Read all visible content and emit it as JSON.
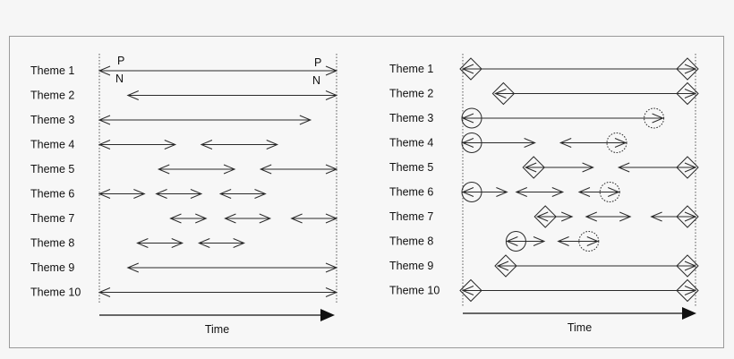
{
  "left_panel": {
    "themes": [
      "Theme 1",
      "Theme 2",
      "Theme 3",
      "Theme 4",
      "Theme 5",
      "Theme 6",
      "Theme 7",
      "Theme 8",
      "Theme 9",
      "Theme 10"
    ],
    "axis_label": "Time",
    "theme1_start_markers": {
      "top": "P",
      "bottom": "N"
    },
    "theme1_end_markers": {
      "top": "P",
      "bottom": "N"
    },
    "segments": [
      [
        [
          0.0,
          1.0
        ]
      ],
      [
        [
          0.12,
          1.0
        ]
      ],
      [
        [
          0.0,
          0.89
        ]
      ],
      [
        [
          0.0,
          0.32
        ],
        [
          0.43,
          0.75
        ]
      ],
      [
        [
          0.25,
          0.57
        ],
        [
          0.68,
          1.0
        ]
      ],
      [
        [
          0.0,
          0.19
        ],
        [
          0.24,
          0.43
        ],
        [
          0.51,
          0.7
        ]
      ],
      [
        [
          0.3,
          0.45
        ],
        [
          0.53,
          0.72
        ],
        [
          0.81,
          1.0
        ]
      ],
      [
        [
          0.16,
          0.35
        ],
        [
          0.42,
          0.61
        ]
      ],
      [
        [
          0.12,
          1.0
        ]
      ],
      [
        [
          0.0,
          1.0
        ]
      ]
    ]
  },
  "right_panel": {
    "themes": [
      "Theme 1",
      "Theme 2",
      "Theme 3",
      "Theme 4",
      "Theme 5",
      "Theme 6",
      "Theme 7",
      "Theme 8",
      "Theme 9",
      "Theme 10"
    ],
    "axis_label": "Time",
    "segments": [
      [
        {
          "s": 0.0,
          "e": 1.0,
          "ms": "diamond",
          "me": "diamond"
        }
      ],
      [
        {
          "s": 0.14,
          "e": 1.0,
          "ms": "diamond",
          "me": "diamond"
        }
      ],
      [
        {
          "s": 0.0,
          "e": 0.86,
          "ms": "circle",
          "me": "circle-dotted"
        }
      ],
      [
        {
          "s": 0.0,
          "e": 0.31,
          "ms": "circle",
          "me": "none"
        },
        {
          "s": 0.42,
          "e": 0.7,
          "ms": "none",
          "me": "circle-dotted"
        }
      ],
      [
        {
          "s": 0.27,
          "e": 0.56,
          "ms": "diamond",
          "me": "none"
        },
        {
          "s": 0.67,
          "e": 1.0,
          "ms": "none",
          "me": "diamond"
        }
      ],
      [
        {
          "s": 0.0,
          "e": 0.19,
          "ms": "circle",
          "me": "none"
        },
        {
          "s": 0.23,
          "e": 0.43,
          "ms": "none",
          "me": "none"
        },
        {
          "s": 0.5,
          "e": 0.67,
          "ms": "none",
          "me": "circle-dotted"
        }
      ],
      [
        {
          "s": 0.32,
          "e": 0.47,
          "ms": "diamond",
          "me": "none"
        },
        {
          "s": 0.53,
          "e": 0.72,
          "ms": "none",
          "me": "none"
        },
        {
          "s": 0.81,
          "e": 1.0,
          "ms": "none",
          "me": "diamond"
        }
      ],
      [
        {
          "s": 0.19,
          "e": 0.35,
          "ms": "circle",
          "me": "none"
        },
        {
          "s": 0.41,
          "e": 0.58,
          "ms": "none",
          "me": "circle-dotted"
        }
      ],
      [
        {
          "s": 0.15,
          "e": 1.0,
          "ms": "diamond",
          "me": "diamond"
        }
      ],
      [
        {
          "s": 0.0,
          "e": 1.0,
          "ms": "diamond",
          "me": "diamond"
        }
      ]
    ]
  }
}
